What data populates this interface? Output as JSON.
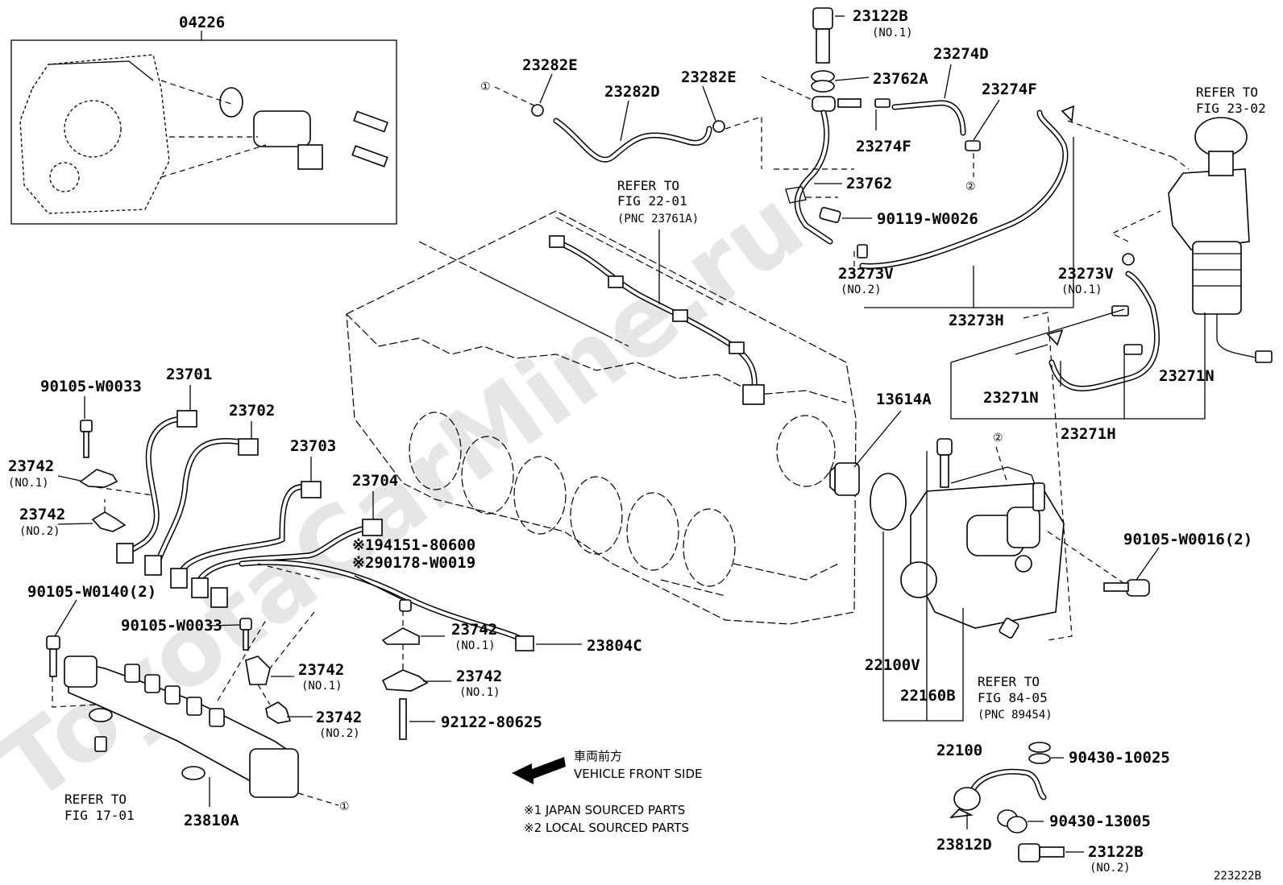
{
  "watermark": "ToyotaCarMine.ru",
  "figure_id": "223222B",
  "labels": {
    "l04226": "04226",
    "l23282E_a": "23282E",
    "l23282D": "23282D",
    "l23282E_b": "23282E",
    "l23122B_1": "23122B",
    "l23122B_1_sub": "(NO.1)",
    "l23762A": "23762A",
    "l23274D": "23274D",
    "l23274F_a": "23274F",
    "l23274F_b": "23274F",
    "l23762": "23762",
    "l90119": "90119-W0026",
    "l23273V_2": "23273V",
    "l23273V_2_sub": "(NO.2)",
    "l23273V_1": "23273V",
    "l23273V_1_sub": "(NO.1)",
    "l23273H": "23273H",
    "l23271N_a": "23271N",
    "l23271N_b": "23271N",
    "l23271H": "23271H",
    "l13614A": "13614A",
    "l90105_W0033_a": "90105-W0033",
    "l23701": "23701",
    "l23702": "23702",
    "l23703": "23703",
    "l23704": "23704",
    "l23742_1": "23742",
    "l23742_1_sub": "(NO.1)",
    "l23742_2": "23742",
    "l23742_2_sub": "(NO.2)",
    "l194151": "※194151-80600",
    "l290178": "※290178-W0019",
    "l90105_W0140": "90105-W0140(2)",
    "l90105_W0033_b": "90105-W0033",
    "l23742_3": "23742",
    "l23742_3_sub": "(NO.1)",
    "l23742_4": "23742",
    "l23742_4_sub": "(NO.1)",
    "l23742_5": "23742",
    "l23742_5_sub": "(NO.1)",
    "l23742_6": "23742",
    "l23742_6_sub": "(NO.2)",
    "l92122": "92122-80625",
    "l23804C": "23804C",
    "l23810A": "23810A",
    "l22100V": "22100V",
    "l22160B": "22160B",
    "l22100": "22100",
    "l90105_W0016": "90105-W0016(2)",
    "l90430_10025": "90430-10025",
    "l90430_13005": "90430-13005",
    "l23122B_2": "23122B",
    "l23122B_2_sub": "(NO.2)",
    "l23812D": "23812D"
  },
  "refs": {
    "fig2301_a": "REFER TO",
    "fig2301_b": "FIG 22-01",
    "fig2301_c": "(PNC 23761A)",
    "fig2302_a": "REFER TO",
    "fig2302_b": "FIG 23-02",
    "fig1701_a": "REFER TO",
    "fig1701_b": "FIG 17-01",
    "fig8405_a": "REFER TO",
    "fig8405_b": "FIG 84-05",
    "fig8405_c": "(PNC 89454)"
  },
  "markers": {
    "m1_a": "①",
    "m1_b": "①",
    "m2_a": "②",
    "m2_b": "②"
  },
  "notes": {
    "front_jp": "車両前方",
    "front_en": "VEHICLE FRONT SIDE",
    "note1": "※1 JAPAN SOURCED PARTS",
    "note2": "※2 LOCAL SOURCED PARTS"
  }
}
